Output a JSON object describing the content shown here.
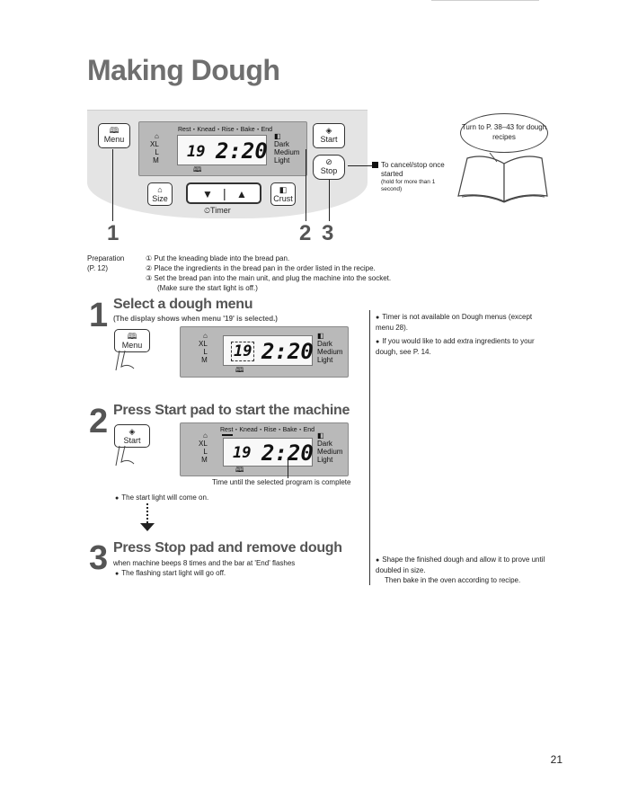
{
  "page": {
    "title": "Making Dough",
    "page_number": "21"
  },
  "panel": {
    "menu_label": "Menu",
    "size_label": "Size",
    "crust_label": "Crust",
    "start_label": "Start",
    "stop_label": "Stop",
    "timer_label": "Timer",
    "stages": "Rest・Knead・Rise・Bake・End",
    "sizes": [
      "XL",
      "L",
      "M"
    ],
    "crusts": [
      "Dark",
      "Medium",
      "Light"
    ],
    "menu_number": "19",
    "time": "2:20",
    "callout_numbers": [
      "1",
      "2",
      "3"
    ],
    "stop_note": "To cancel/stop once started",
    "stop_note_small": "(hold for more than 1 second)",
    "bubble_text": "Turn to P. 38–43 for dough recipes"
  },
  "preparation": {
    "label": "Preparation",
    "ref": "(P. 12)",
    "items": [
      "① Put the kneading blade into the bread pan.",
      "② Place the ingredients in the bread pan in the order listed in the recipe.",
      "③ Set the bread pan into the main unit, and plug the machine into the socket.",
      "(Make sure the start light is off.)"
    ]
  },
  "steps": [
    {
      "number": "1",
      "heading": "Select a dough menu",
      "sub": "(The display shows when menu '19' is selected.)",
      "pad": "Menu",
      "notes": [
        "Timer is not available on Dough menus (except menu 28).",
        "If you would like to add extra ingredients to your dough, see P. 14."
      ]
    },
    {
      "number": "2",
      "heading": "Press Start pad to start the machine",
      "pad": "Start",
      "caption": "Time until the selected program is complete",
      "bullet": "The start light will come on."
    },
    {
      "number": "3",
      "heading": "Press Stop pad and remove dough",
      "sub": "when machine beeps 8 times and the bar at 'End' flashes",
      "bullet": "The flashing start light will go off.",
      "notes": [
        "Shape the finished dough and allow it to prove until doubled in size.",
        "Then bake in the oven according to recipe."
      ]
    }
  ]
}
